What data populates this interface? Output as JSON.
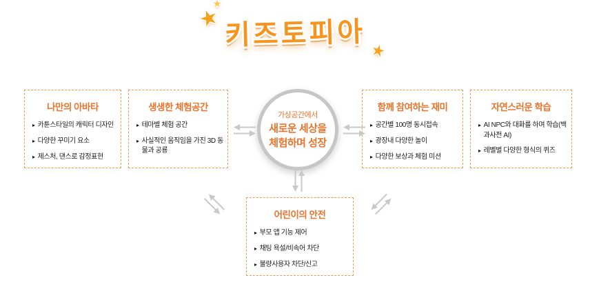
{
  "logo": {
    "text": "키즈토피아"
  },
  "center": {
    "line1": "가상공간에서",
    "line2": "새로운 세상을",
    "line3": "체험하며 성장"
  },
  "boxes": [
    {
      "title": "나만의 아바타",
      "items": [
        "카툰스타일의 캐릭터 디자인",
        "다양한 꾸미기 요소",
        "제스처, 댄스로 감정표현"
      ]
    },
    {
      "title": "생생한 체험공간",
      "items": [
        "테마별 체험 공간",
        "사실적인 움직임을 가진 3D 동물과 공룡"
      ]
    },
    {
      "title": "함께 참여하는 재미",
      "items": [
        "공간별 100명 동시접속",
        "광장내 다양한 놀이",
        "다양한 보상과 체험 미션"
      ]
    },
    {
      "title": "자연스러운 학습",
      "items": [
        "AI NPC와 대화를 하며 학습(백과사전 AI)",
        "레벨별 다양한 형식의 퀴즈"
      ]
    },
    {
      "title": "어린이의 안전",
      "items": [
        "부모 앱 기능 제어",
        "채팅 욕설/비속어 차단",
        "불량사용자 차단/신고"
      ]
    }
  ],
  "ui": {
    "bullet": "▸",
    "star": "★"
  },
  "colors": {
    "accent_orange": "#e8752e",
    "dashed_border": "#f09a4e",
    "arrow_gray": "#c9c9c9",
    "logo_orange": "#f7941e",
    "circle_ring": "#c6c6c6"
  }
}
